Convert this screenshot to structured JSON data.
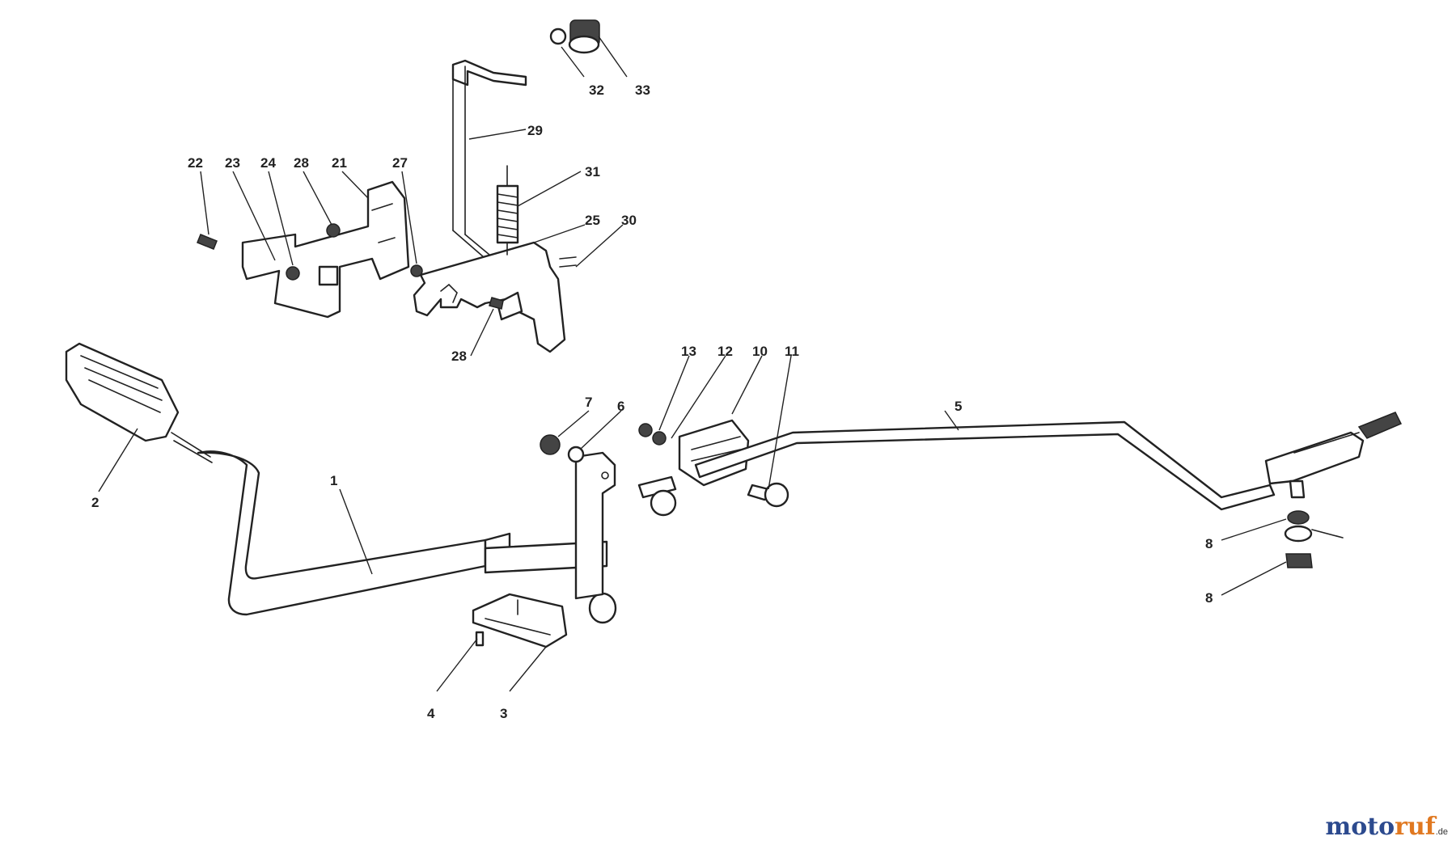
{
  "colors": {
    "line": "#222222",
    "watermark_a": "#2c4a8e",
    "watermark_b": "#e07820"
  },
  "watermark": {
    "part1": "moto",
    "part2": "ruf",
    "tld": ".de"
  },
  "callouts": [
    {
      "id": "22",
      "label": "22"
    },
    {
      "id": "23",
      "label": "23"
    },
    {
      "id": "24",
      "label": "24"
    },
    {
      "id": "28a",
      "label": "28"
    },
    {
      "id": "21",
      "label": "21"
    },
    {
      "id": "27",
      "label": "27"
    },
    {
      "id": "29",
      "label": "29"
    },
    {
      "id": "32",
      "label": "32"
    },
    {
      "id": "33",
      "label": "33"
    },
    {
      "id": "31",
      "label": "31"
    },
    {
      "id": "25",
      "label": "25"
    },
    {
      "id": "30",
      "label": "30"
    },
    {
      "id": "28b",
      "label": "28"
    },
    {
      "id": "13",
      "label": "13"
    },
    {
      "id": "12",
      "label": "12"
    },
    {
      "id": "10",
      "label": "10"
    },
    {
      "id": "11",
      "label": "11"
    },
    {
      "id": "7",
      "label": "7"
    },
    {
      "id": "6",
      "label": "6"
    },
    {
      "id": "5",
      "label": "5"
    },
    {
      "id": "2",
      "label": "2"
    },
    {
      "id": "1",
      "label": "1"
    },
    {
      "id": "4",
      "label": "4"
    },
    {
      "id": "3",
      "label": "3"
    },
    {
      "id": "8",
      "label": "8"
    },
    {
      "id": "9",
      "label": "8"
    }
  ]
}
